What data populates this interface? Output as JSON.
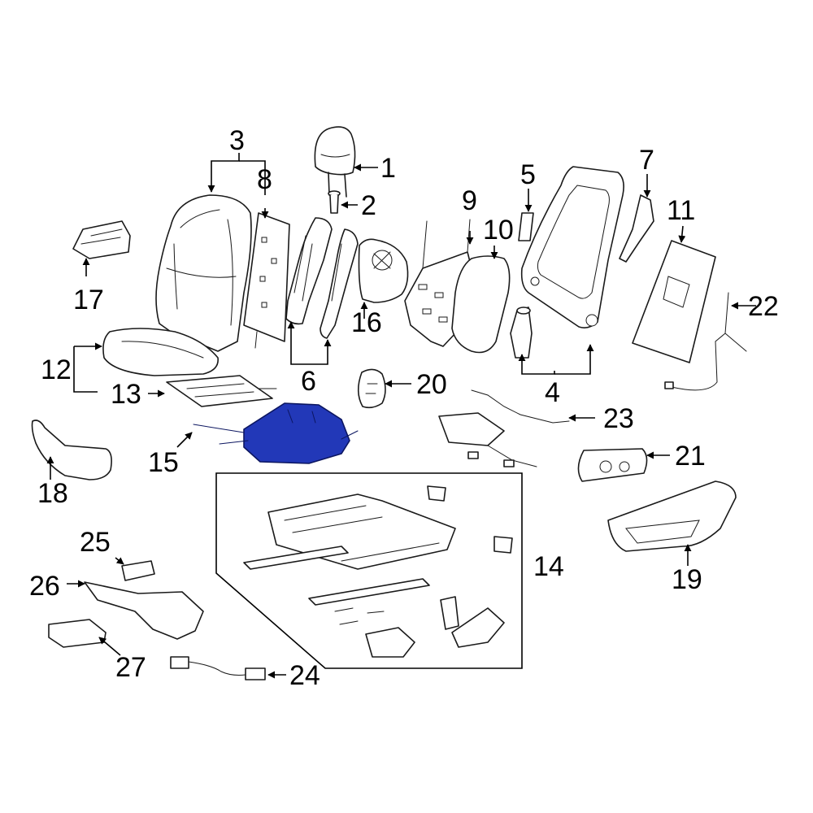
{
  "diagram": {
    "highlight_color": "#2238b8",
    "highlighted_part": "15",
    "callouts": [
      "1",
      "2",
      "3",
      "4",
      "5",
      "6",
      "7",
      "8",
      "9",
      "10",
      "11",
      "12",
      "13",
      "14",
      "15",
      "16",
      "17",
      "18",
      "19",
      "20",
      "21",
      "22",
      "23",
      "24",
      "25",
      "26",
      "27"
    ]
  }
}
